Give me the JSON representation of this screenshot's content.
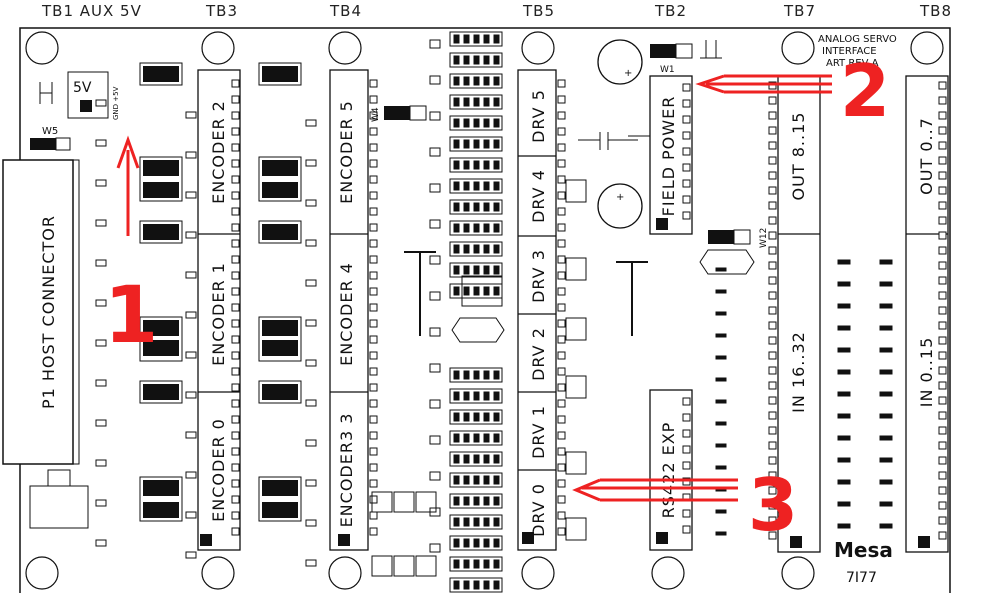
{
  "header_labels": {
    "tb1": "TB1 AUX 5V",
    "tb3": "TB3",
    "tb4": "TB4",
    "tb5": "TB5",
    "tb2": "TB2",
    "tb7": "TB7",
    "tb8": "TB8"
  },
  "connector_labels": {
    "host": "P1 HOST CONNECTOR",
    "encoder2": "ENCODER 2",
    "encoder1": "ENCODER 1",
    "encoder0": "ENCODER 0",
    "encoder5": "ENCODER 5",
    "encoder4": "ENCODER 4",
    "encoder3": "ENCODER3 3",
    "drv5": "DRV 5",
    "drv4": "DRV 4",
    "drv3": "DRV 3",
    "drv2": "DRV 2",
    "drv1": "DRV 1",
    "drv0": "DRV 0",
    "field_power": "FIELD POWER",
    "rs422": "RS422 EXP",
    "out815": "OUT 8..15",
    "in1632": "IN 16..32",
    "out07": "OUT 0..7",
    "in015": "IN 0..15"
  },
  "board_text": {
    "title_line1": "ANALOG SERVO",
    "title_line2": "INTERFACE",
    "title_line3": "ART REV A",
    "brand": "Mesa",
    "model": "7I77",
    "jumper_5v": "5V",
    "jumper_w5": "W5",
    "jumper_w1": "W1",
    "jumper_w4": "W4",
    "jumper_w12": "W12",
    "gnd_5v": "GND +5V"
  },
  "annotations": {
    "marker1": "1",
    "marker2": "2",
    "marker3": "3"
  },
  "colors": {
    "annotation": "#e22222",
    "ink": "#111111"
  }
}
